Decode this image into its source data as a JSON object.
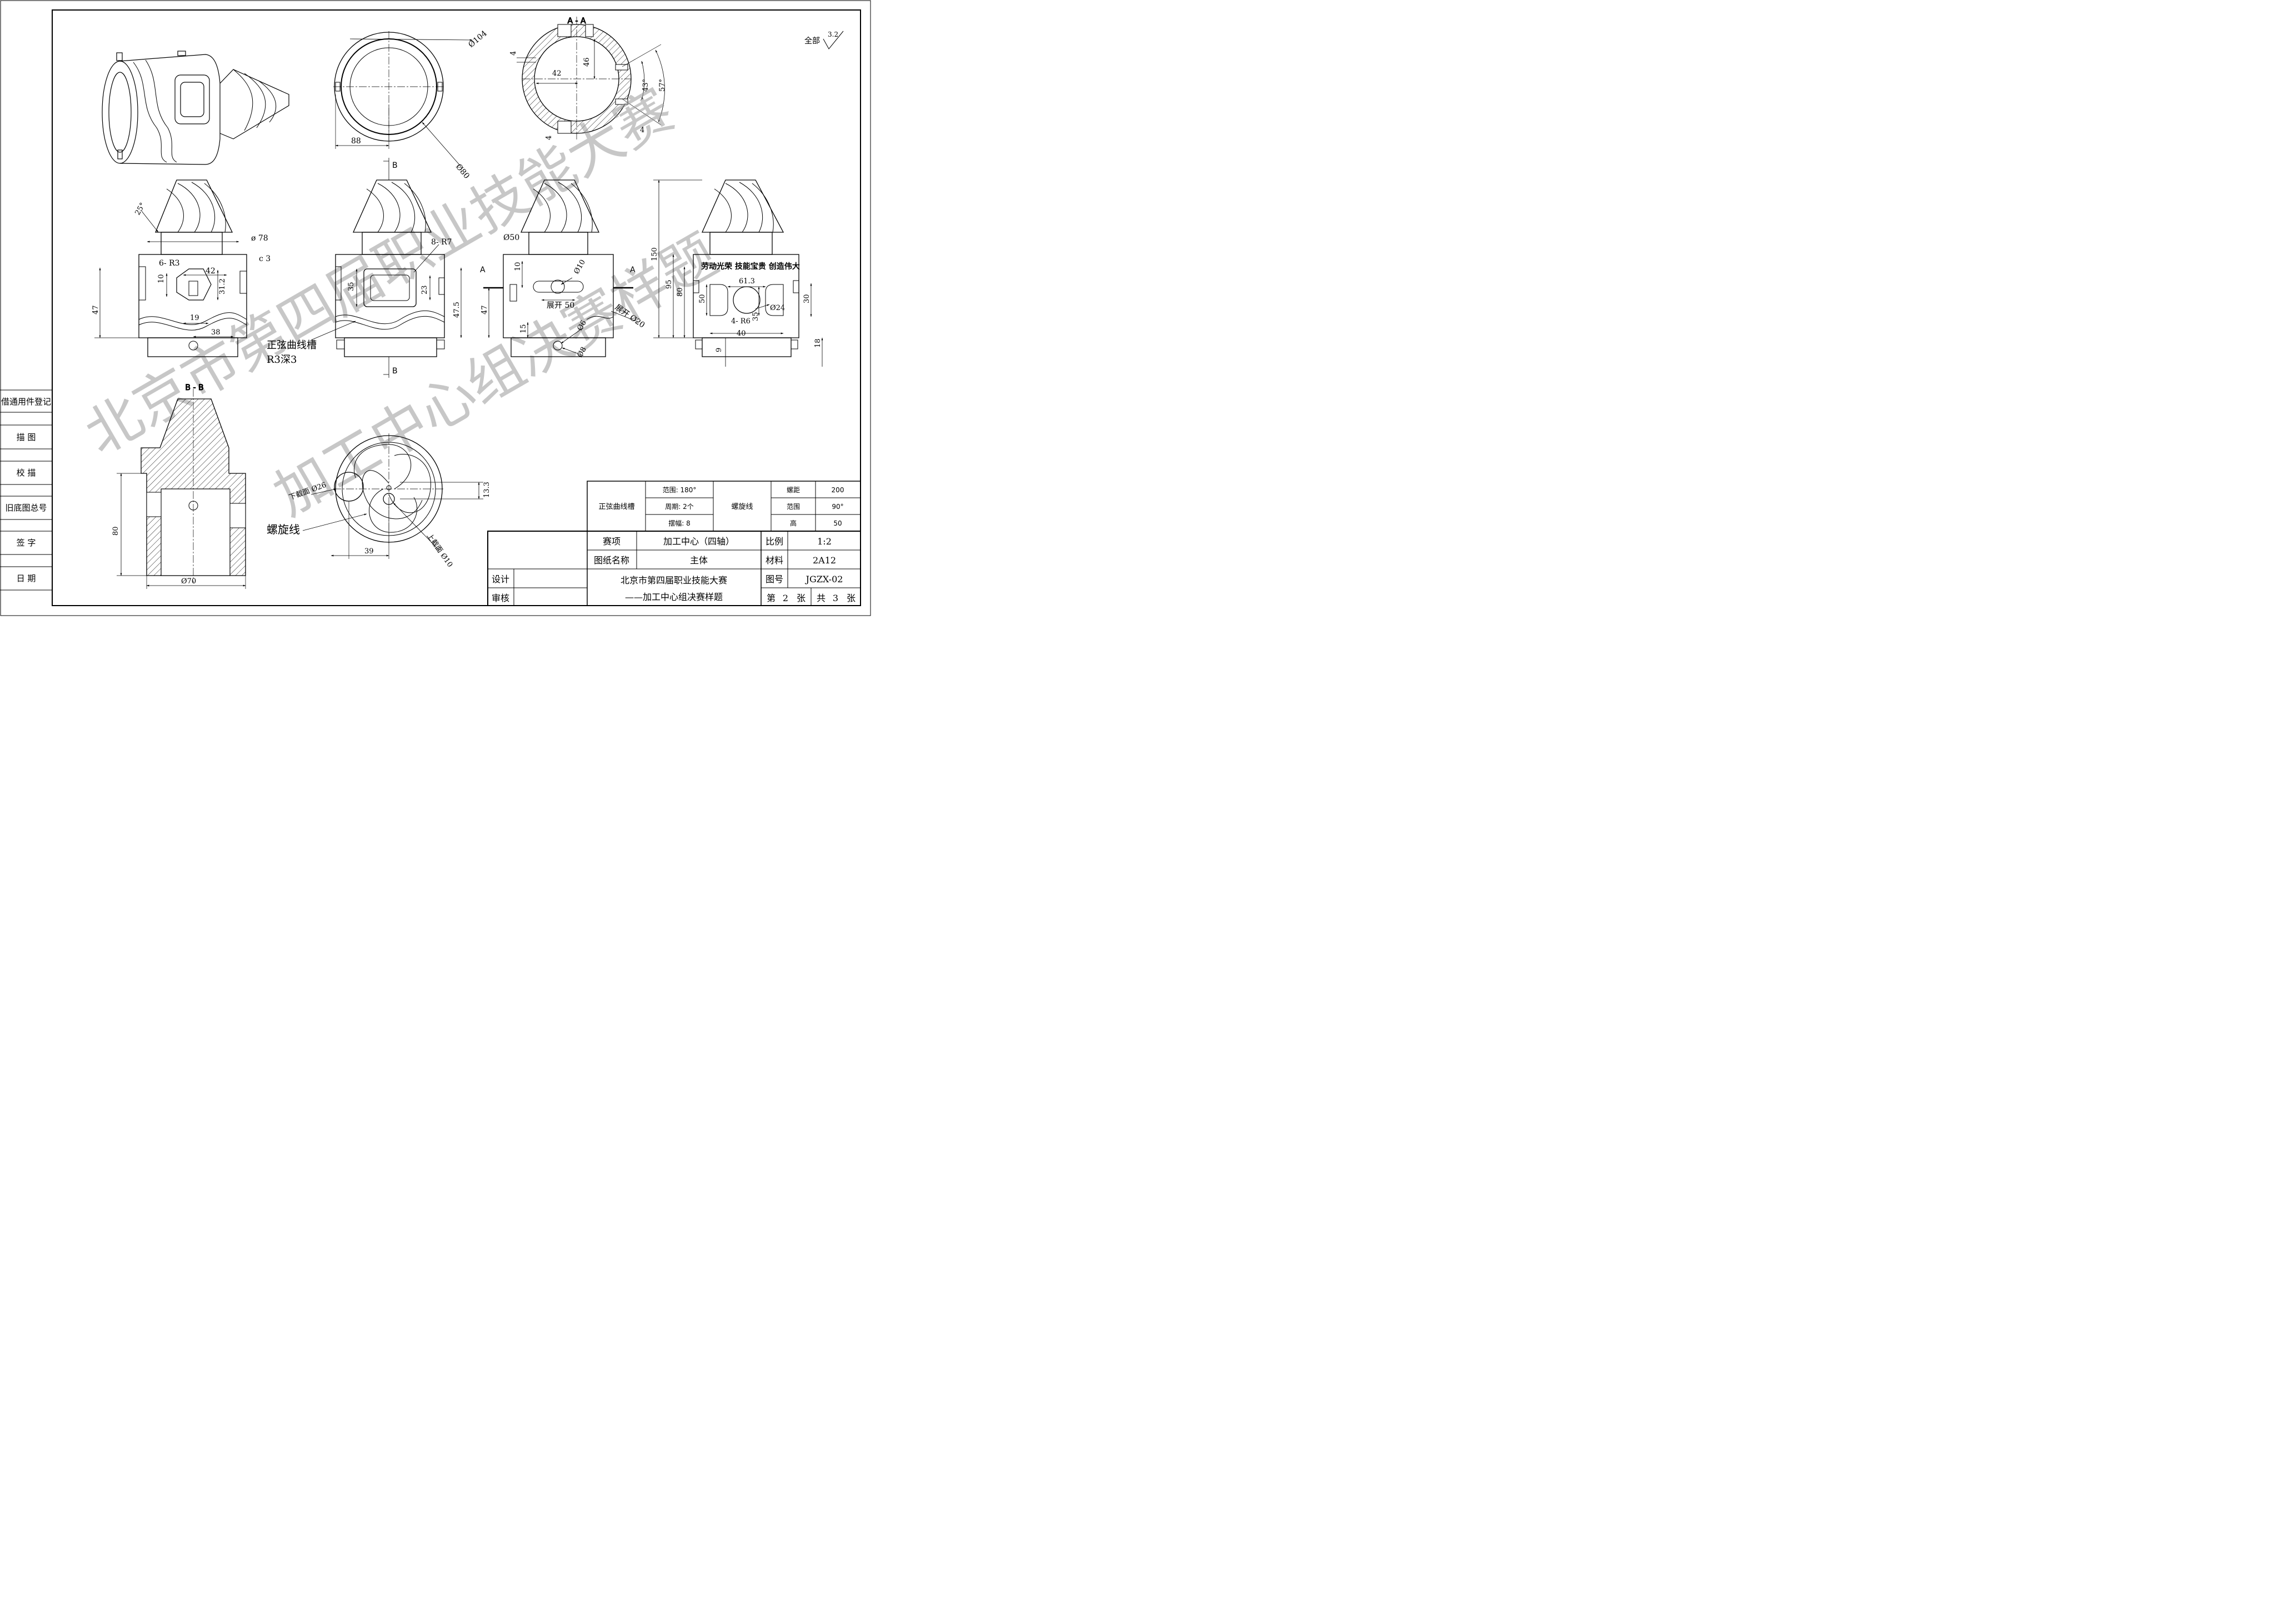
{
  "sidebar": {
    "items": [
      "借通用件登记",
      "描  图",
      "校  描",
      "旧底图总号",
      "签  字",
      "日  期"
    ]
  },
  "roughness": {
    "label": "全部",
    "value": "3.2"
  },
  "section_labels": {
    "aa": "A - A",
    "bb": "B - B",
    "b_top": "B",
    "b_bottom": "B",
    "a_left": "A",
    "a_right": "A"
  },
  "slogan": "劳动光荣   技能宝贵   创造伟大",
  "watermark": {
    "line1": "北京市第四届职业技能大赛",
    "line2": "加工中心组决赛样题"
  },
  "notes": {
    "sine_groove_1": "正弦曲线槽",
    "sine_groove_2": "R3深3",
    "spiral": "螺旋线"
  },
  "dimensions": {
    "d104": "Ø104",
    "d80": "Ø80",
    "top_88": "88",
    "aa_4a": "4",
    "aa_42": "42",
    "aa_46": "46",
    "aa_43deg": "43°",
    "aa_57deg": "57°",
    "aa_4b": "4",
    "aa_4c": "4",
    "v1_25deg": "25°",
    "v1_d78": "ø 78",
    "v1_c3": "c 3",
    "v1_6r3": "6- R3",
    "v1_42": "42",
    "v1_10": "10",
    "v1_31_2": "31.2",
    "v1_47": "47",
    "v1_19": "19",
    "v1_38": "38",
    "v2_8r7": "8- R7",
    "v2_35": "35",
    "v2_23": "23",
    "v2_47_5": "47.5",
    "v3_d50": "Ø50",
    "v3_10": "10",
    "v3_d10": "Ø10",
    "v3_47": "47",
    "v3_unfold50": "展开 50",
    "v3_unfold_d20": "展开 Ø20",
    "v3_15": "15",
    "v3_d6": "Ø6",
    "v3_d8": "Ø8",
    "v4_150": "150",
    "v4_95": "95",
    "v4_80": "80",
    "v4_50": "50",
    "v4_61_3": "61.3",
    "v4_d24": "Ø24",
    "v4_4r6": "4- R6",
    "v4_35": "35",
    "v4_30": "30",
    "v4_40": "40",
    "v4_9": "9",
    "v4_18": "18",
    "bb_80": "80",
    "bb_d70": "Ø70",
    "bot_d26": "下截面 Ø26",
    "bot_d10": "上截面 Ø10",
    "bot_13_3": "13.3",
    "bot_39": "39"
  },
  "spec_table": {
    "sine_label": "正弦曲线槽",
    "sine_rows": [
      "范围: 180°",
      "周期: 2个",
      "摆幅: 8"
    ],
    "spiral_label": "螺旋线",
    "spiral_rows": [
      {
        "k": "螺距",
        "v": "200"
      },
      {
        "k": "范围",
        "v": "90°"
      },
      {
        "k": "高",
        "v": "50"
      }
    ]
  },
  "title_block": {
    "event_label": "赛项",
    "event_value": "加工中心（四轴）",
    "name_label": "图纸名称",
    "name_value": "主体",
    "scale_label": "比例",
    "scale_value": "1:2",
    "material_label": "材料",
    "material_value": "2A12",
    "design_label": "设计",
    "review_label": "审核",
    "org_line1": "北京市第四届职业技能大赛",
    "org_line2": "——加工中心组决赛样题",
    "drawing_no_label": "图号",
    "drawing_no_value": "JGZX-02",
    "sheet_prefix": "第",
    "sheet_no": "2",
    "sheet_unit": "张",
    "total_prefix": "共",
    "total_no": "3",
    "total_unit": "张"
  }
}
